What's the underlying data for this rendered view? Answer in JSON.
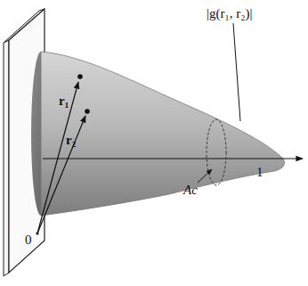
{
  "diagram": {
    "labels": [
      "|g(r₁, r₂)|",
      "r₁",
      "r₂",
      "0",
      "1",
      "Ac"
    ]
  }
}
